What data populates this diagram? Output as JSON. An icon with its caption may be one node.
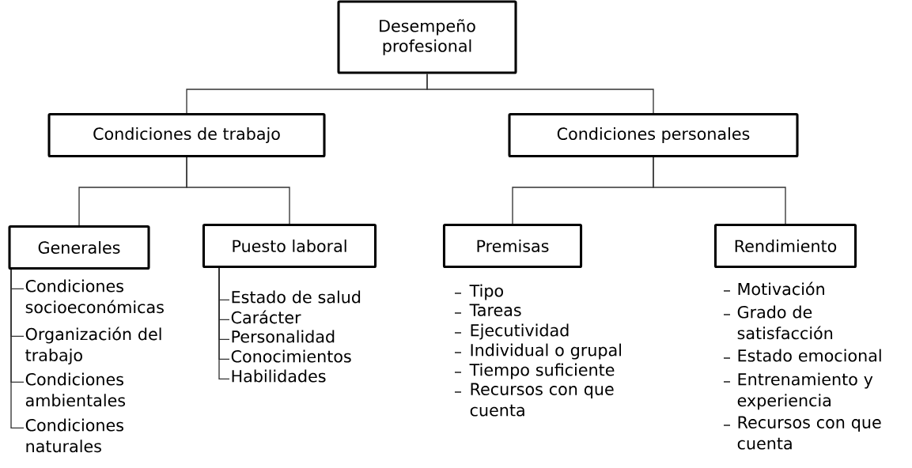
{
  "diagram": {
    "nodes": [
      {
        "text": [
          "Desempeño profesional"
        ]
      },
      {
        "text": [
          "Condiciones de trabajo"
        ]
      },
      {
        "text": [
          "Condiciones personales"
        ]
      },
      {
        "text": [
          "Generales"
        ]
      },
      {
        "text": [
          "Puesto laboral"
        ]
      },
      {
        "text": [
          "Premisas"
        ],
        "beside": [
          "Tipo",
          "Tareas",
          "Ejecutividad",
          "Individual o grupal",
          "Tiempo suficiente",
          "Recursos con que cuenta"
        ]
      },
      {
        "text": [
          "Rendimiento"
        ],
        "beside": [
          "Motivación",
          "Grado de satisfacción",
          "Estado emocional",
          "Entrenamiento y experiencia",
          "Recursos con que cuenta"
        ]
      },
      {
        "text": [
          "Condiciones socioeconómicas"
        ]
      },
      {
        "text": [
          "Organización del trabajo"
        ]
      },
      {
        "text": [
          "Condiciones ambientales"
        ]
      },
      {
        "text": [
          "Condiciones naturales"
        ]
      },
      {
        "text": [
          "Estado de salud"
        ]
      },
      {
        "text": [
          "Carácter"
        ]
      },
      {
        "text": [
          "Personalidad"
        ]
      },
      {
        "text": [
          "Conocimientos"
        ]
      },
      {
        "text": [
          "Habilidades"
        ]
      }
    ],
    "edges": [
      {
        "from": 0,
        "to": 1,
        "arrow": "none"
      },
      {
        "from": 0,
        "to": 2,
        "arrow": "none"
      },
      {
        "from": 1,
        "to": 3,
        "arrow": "none"
      },
      {
        "from": 1,
        "to": 4,
        "arrow": "none"
      },
      {
        "from": 2,
        "to": 5,
        "arrow": "none"
      },
      {
        "from": 2,
        "to": 6,
        "arrow": "none"
      },
      {
        "from": 3,
        "to": 7,
        "arrow": "none"
      },
      {
        "from": 3,
        "to": 8,
        "arrow": "none"
      },
      {
        "from": 3,
        "to": 9,
        "arrow": "none"
      },
      {
        "from": 3,
        "to": 10,
        "arrow": "none"
      },
      {
        "from": 4,
        "to": 11,
        "arrow": "none"
      },
      {
        "from": 4,
        "to": 12,
        "arrow": "none"
      },
      {
        "from": 4,
        "to": 13,
        "arrow": "none"
      },
      {
        "from": 4,
        "to": 14,
        "arrow": "none"
      },
      {
        "from": 4,
        "to": 15,
        "arrow": "none"
      }
    ]
  }
}
